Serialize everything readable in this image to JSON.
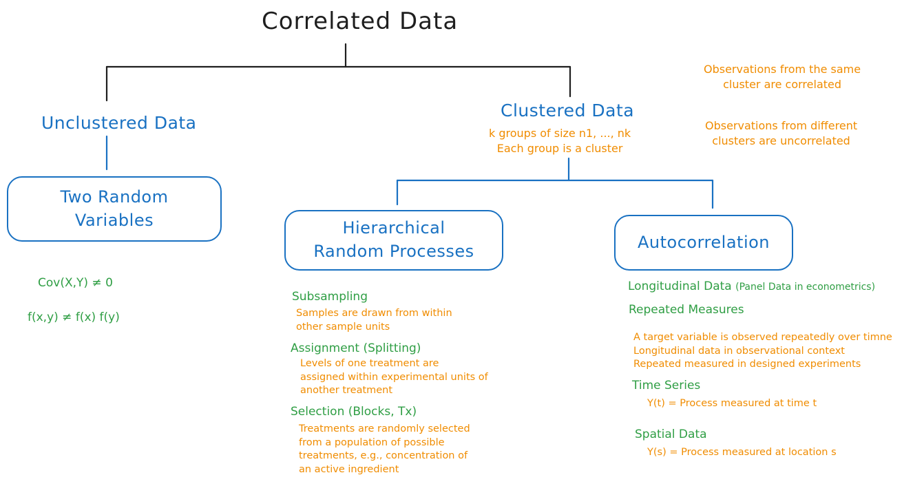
{
  "title": "Correlated Data",
  "unclustered": {
    "heading": "Unclustered Data",
    "box": [
      "Two Random",
      "Variables"
    ],
    "formulas": [
      "Cov(X,Y) ≠ 0",
      "f(x,y) ≠ f(x) f(y)"
    ]
  },
  "clustered": {
    "heading": "Clustered Data",
    "subtitle": [
      "k groups of size n1, ..., nk",
      "Each group is a cluster"
    ],
    "notes": [
      [
        "Observations from the same",
        "cluster are correlated"
      ],
      [
        "Observations from different",
        "clusters are uncorrelated"
      ]
    ]
  },
  "hierarchical": {
    "box": [
      "Hierarchical",
      "Random Processes"
    ],
    "items": [
      {
        "name": "Subsampling",
        "desc": [
          "Samples are drawn from within",
          "other sample units"
        ]
      },
      {
        "name": "Assignment (Splitting)",
        "desc": [
          "Levels of one treatment are",
          "assigned within experimental units of",
          "another treatment"
        ]
      },
      {
        "name": "Selection (Blocks, Tx)",
        "desc": [
          "Treatments are randomly selected",
          "from a population of possible",
          "treatments, e.g., concentration of",
          "an active ingredient"
        ]
      }
    ]
  },
  "autocorrelation": {
    "box": "Autocorrelation",
    "longitudinal": "Longitudinal Data",
    "longitudinal_note": "(Panel Data in econometrics)",
    "repeated": "Repeated Measures",
    "repeated_desc": [
      "A target variable is observed repeatedly over timne",
      "Longitudinal data in observational context",
      "Repeated measured in designed experiments"
    ],
    "time_series": "Time Series",
    "time_series_desc": "Y(t) = Process measured at time t",
    "spatial": "Spatial Data",
    "spatial_desc": "Y(s) = Process measured at location s"
  },
  "colors": {
    "ink": "#1e1e1e",
    "blue": "#1971c2",
    "green": "#2f9e44",
    "orange": "#f08c00"
  }
}
